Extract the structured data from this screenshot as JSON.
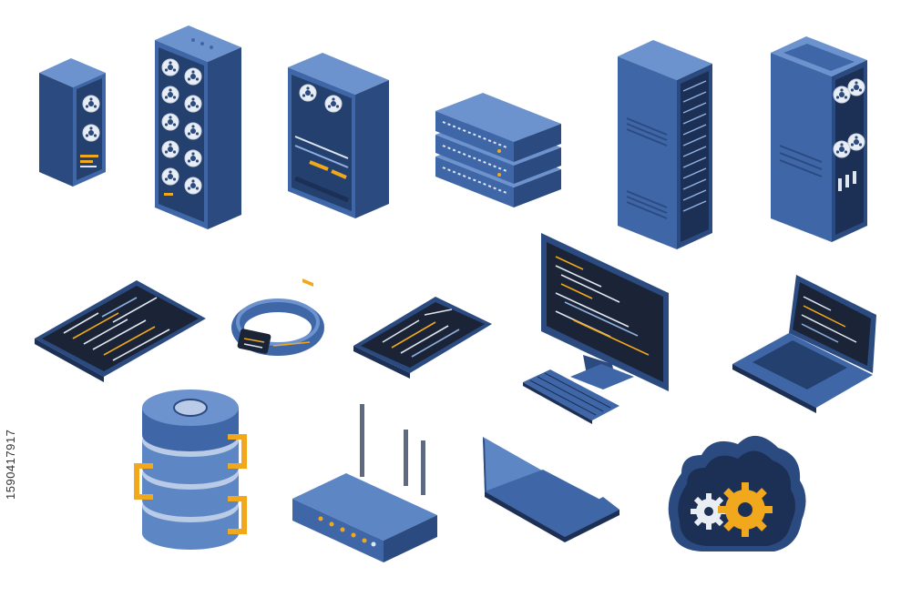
{
  "stock_id": "1590417917",
  "palette": {
    "blue_light": "#5d86c4",
    "blue_mid": "#3f67a8",
    "blue_dark": "#2b4a80",
    "navy": "#1c2f55",
    "screen": "#1b2436",
    "accent": "#f2a81d",
    "reel": "#e9eef5",
    "code_white": "#dfe6f0"
  },
  "items": [
    {
      "name": "small-tape-server-tower"
    },
    {
      "name": "tall-tape-reel-rack"
    },
    {
      "name": "tape-deck-rack"
    },
    {
      "name": "stacked-network-switches"
    },
    {
      "name": "server-rack-tower"
    },
    {
      "name": "tape-storage-cabinet"
    },
    {
      "name": "tablet-with-code"
    },
    {
      "name": "smart-wristband"
    },
    {
      "name": "smartphone-with-code"
    },
    {
      "name": "desktop-monitor-with-code"
    },
    {
      "name": "keyboard"
    },
    {
      "name": "open-laptop-with-code"
    },
    {
      "name": "database-cylinder"
    },
    {
      "name": "wifi-router"
    },
    {
      "name": "laptop-back-view"
    },
    {
      "name": "cloud-with-gears"
    }
  ]
}
